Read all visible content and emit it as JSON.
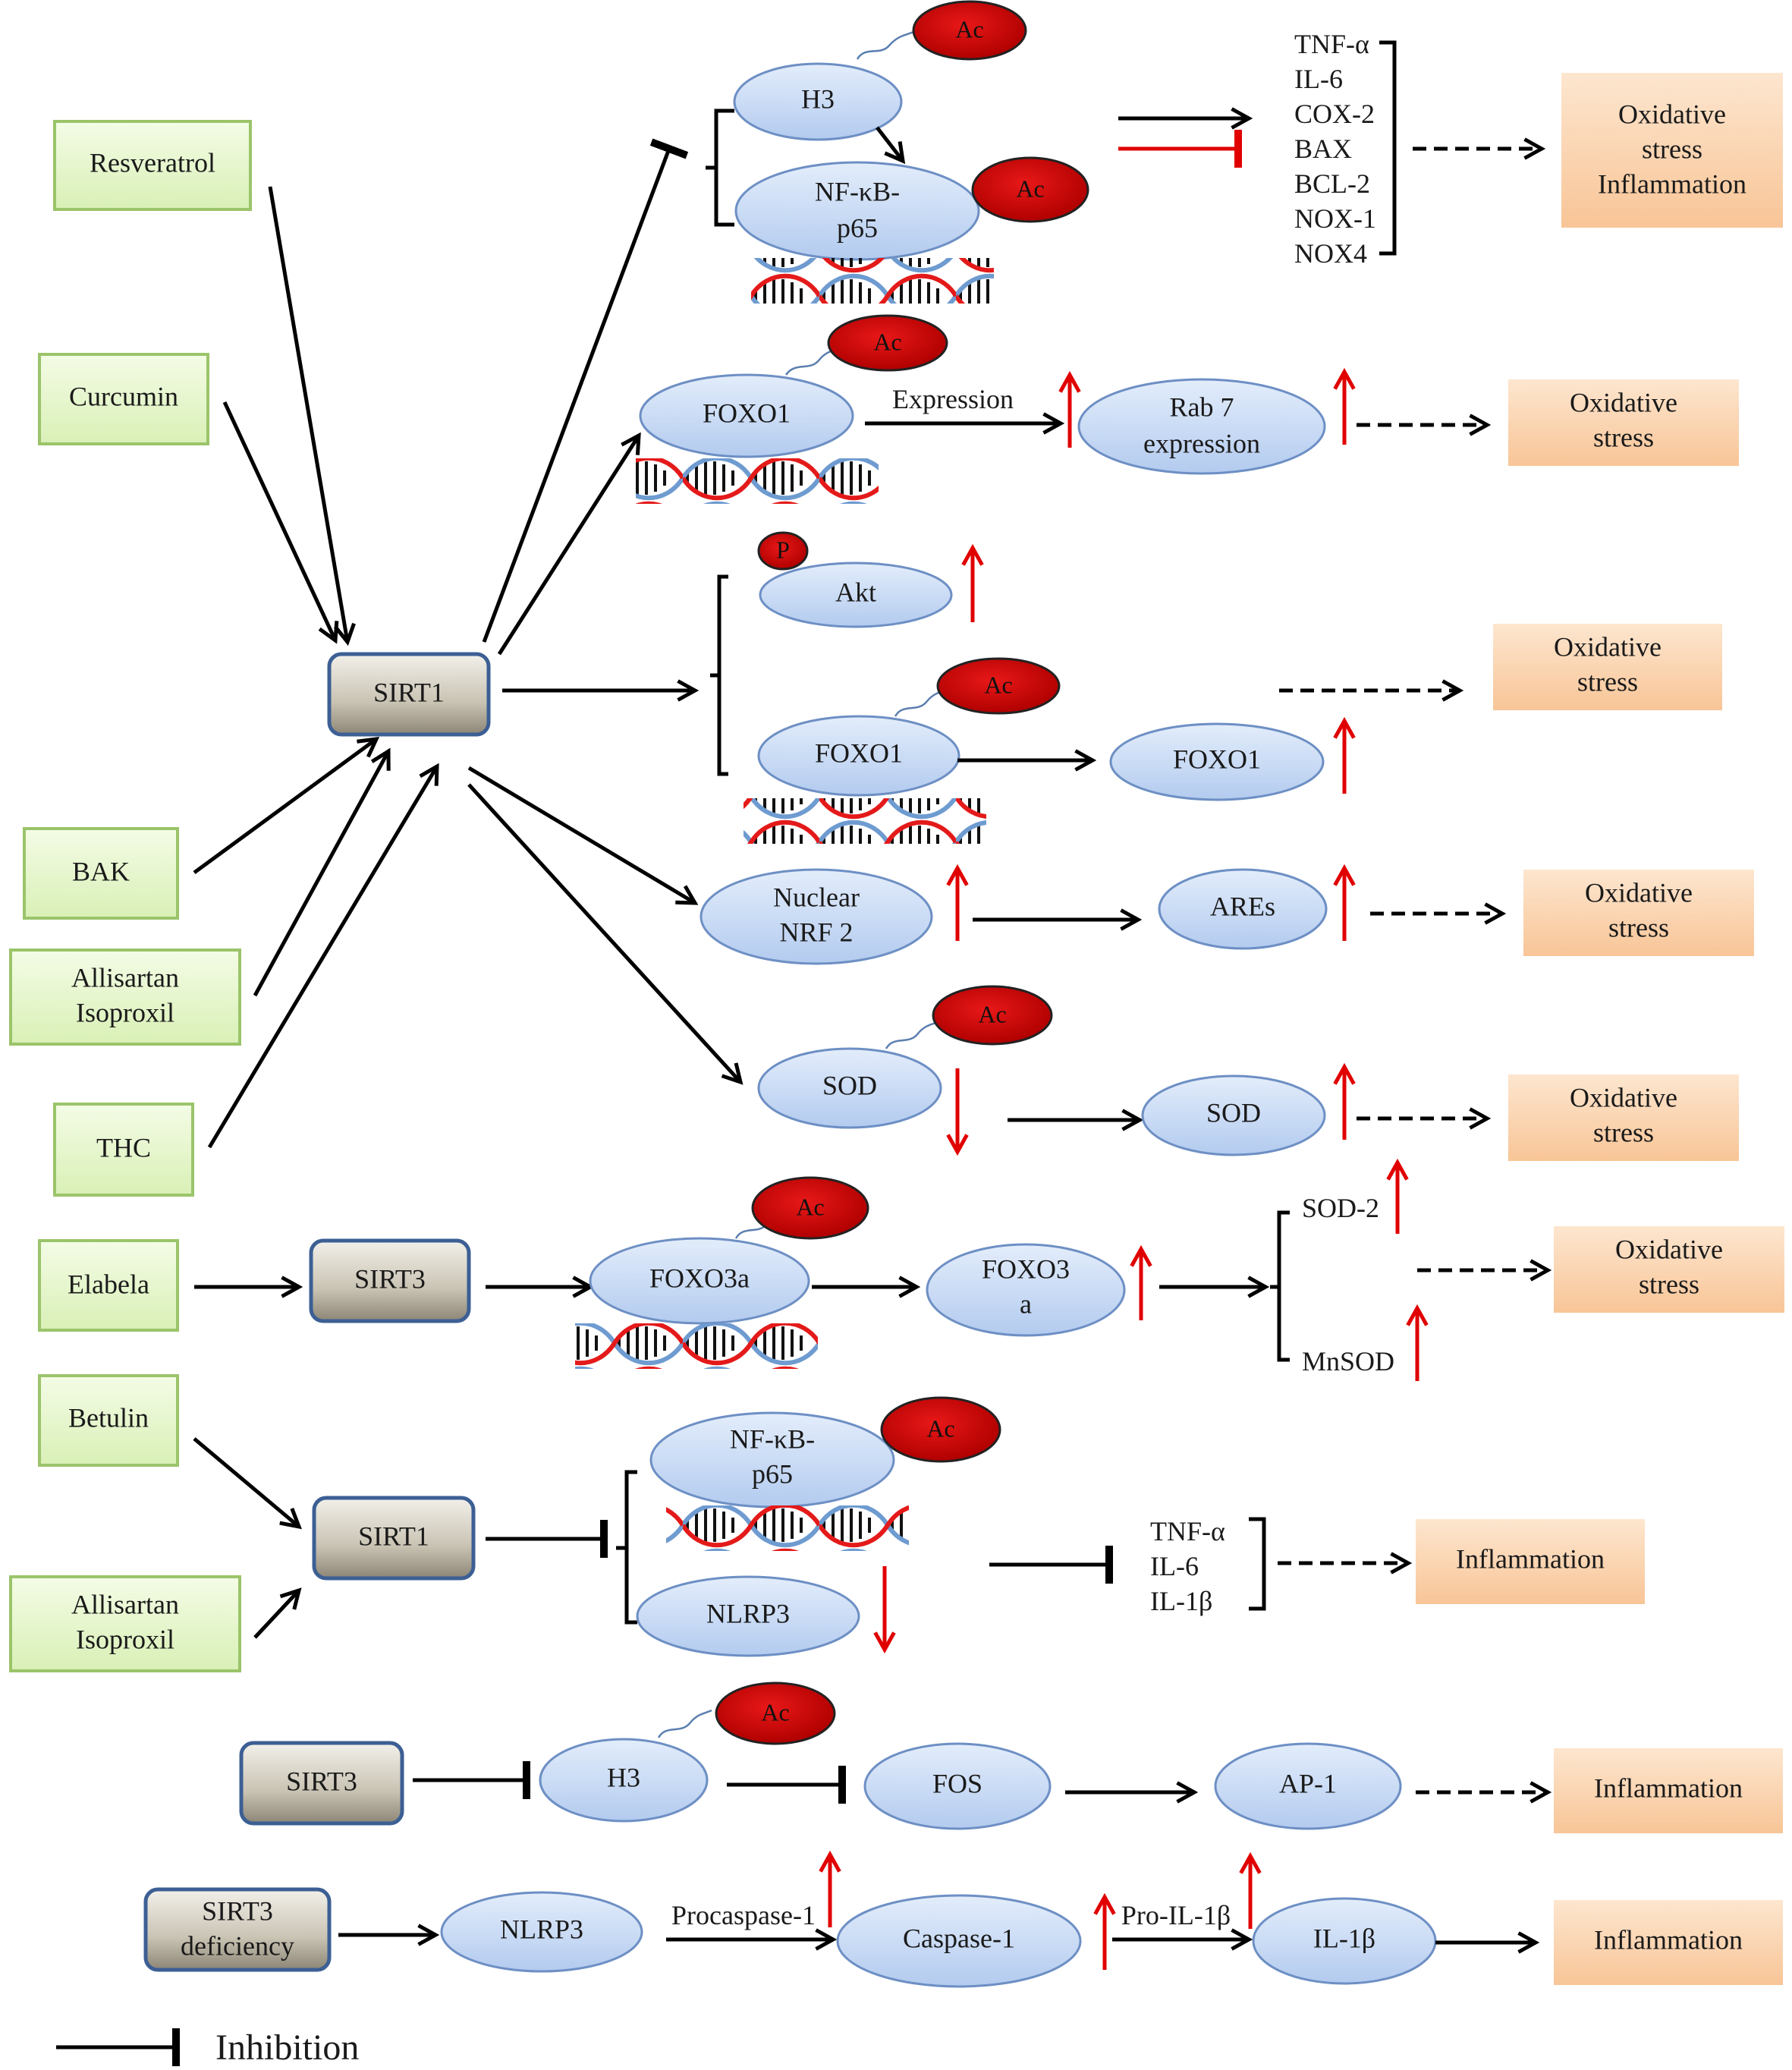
{
  "compounds": {
    "resveratrol": "Resveratrol",
    "curcumin": "Curcumin",
    "bak": "BAK",
    "allisartan_1": "Allisartan",
    "allisartan_2": "Isoproxil",
    "thc": "THC",
    "elabela": "Elabela",
    "betulin": "Betulin"
  },
  "sirtuins": {
    "sirt1": "SIRT1",
    "sirt3": "SIRT3",
    "sirt3_deficiency_1": "SIRT3",
    "sirt3_deficiency_2": "deficiency"
  },
  "proteins": {
    "h3": "H3",
    "nfkb_1": "NF-κB-",
    "nfkb_2": "p65",
    "foxo1": "FOXO1",
    "rab7_1": "Rab 7",
    "rab7_2": "expression",
    "akt": "Akt",
    "nrf2_1": "Nuclear",
    "nrf2_2": "NRF 2",
    "ares": "AREs",
    "sod": "SOD",
    "foxo3a": "FOXO3a",
    "foxo3_1": "FOXO3",
    "foxo3_2": "a",
    "nlrp3": "NLRP3",
    "fos": "FOS",
    "ap1": "AP-1",
    "caspase1": "Caspase-1",
    "il1b": "IL-1β"
  },
  "modifications": {
    "ac": "Ac",
    "p": "P"
  },
  "edge_labels": {
    "expression": "Expression",
    "procaspase": "Procaspase-1",
    "pro_il1b": "Pro-IL-1β"
  },
  "gene_list_1": [
    "TNF-α",
    "IL-6",
    "COX-2",
    "BAX",
    "BCL-2",
    "NOX-1",
    "NOX4"
  ],
  "gene_list_2": [
    "TNF-α",
    "IL-6",
    "IL-1β"
  ],
  "sod_isoforms": {
    "sod2": "SOD-2",
    "mnsod": "MnSOD"
  },
  "outcomes": {
    "oxidative": "Oxidative",
    "stress": "stress",
    "inflammation": "Inflammation"
  },
  "legend": {
    "inhibition": "Inhibition"
  },
  "colors": {
    "compound_fill": "#e4f6c8",
    "compound_border": "#9bc46a",
    "sirt_fill": "#c9c3b3",
    "sirt_border": "#3c5f94",
    "protein_fill": "#c6d9f3",
    "protein_border": "#6d8fc4",
    "ac_fill": "#d40000",
    "outcome_fill": "#fbd7b4",
    "upregulation_arrow": "#e00000"
  }
}
